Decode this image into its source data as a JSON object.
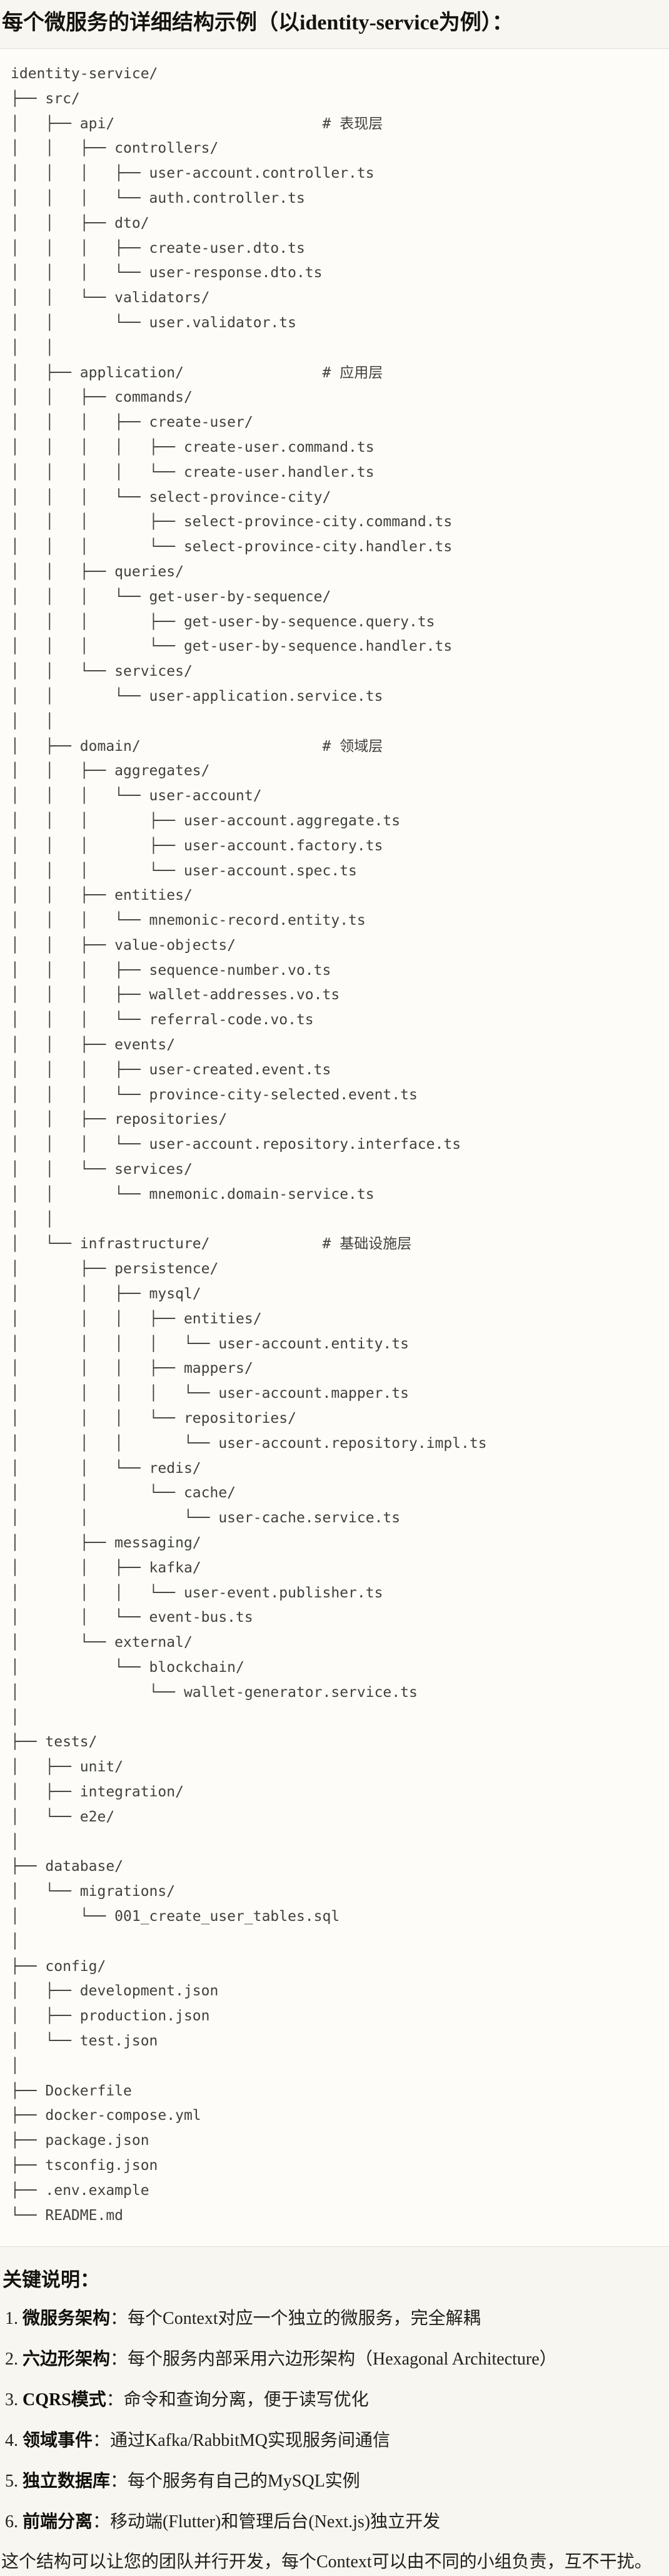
{
  "page": {
    "title": "每个微服务的详细结构示例（以identity-service为例）：",
    "colors": {
      "page_bg": "#f8f6f0",
      "code_bg": "#fdfcf9",
      "border": "#e0ded8",
      "tree_text": "#40403c",
      "heading_text": "#14130e"
    }
  },
  "code_block": {
    "lines": [
      "identity-service/",
      "├── src/",
      "│   ├── api/                        # 表现层",
      "│   │   ├── controllers/",
      "│   │   │   ├── user-account.controller.ts",
      "│   │   │   └── auth.controller.ts",
      "│   │   ├── dto/",
      "│   │   │   ├── create-user.dto.ts",
      "│   │   │   └── user-response.dto.ts",
      "│   │   └── validators/",
      "│   │       └── user.validator.ts",
      "│   │",
      "│   ├── application/                # 应用层",
      "│   │   ├── commands/",
      "│   │   │   ├── create-user/",
      "│   │   │   │   ├── create-user.command.ts",
      "│   │   │   │   └── create-user.handler.ts",
      "│   │   │   └── select-province-city/",
      "│   │   │       ├── select-province-city.command.ts",
      "│   │   │       └── select-province-city.handler.ts",
      "│   │   ├── queries/",
      "│   │   │   └── get-user-by-sequence/",
      "│   │   │       ├── get-user-by-sequence.query.ts",
      "│   │   │       └── get-user-by-sequence.handler.ts",
      "│   │   └── services/",
      "│   │       └── user-application.service.ts",
      "│   │",
      "│   ├── domain/                     # 领域层",
      "│   │   ├── aggregates/",
      "│   │   │   └── user-account/",
      "│   │   │       ├── user-account.aggregate.ts",
      "│   │   │       ├── user-account.factory.ts",
      "│   │   │       └── user-account.spec.ts",
      "│   │   ├── entities/",
      "│   │   │   └── mnemonic-record.entity.ts",
      "│   │   ├── value-objects/",
      "│   │   │   ├── sequence-number.vo.ts",
      "│   │   │   ├── wallet-addresses.vo.ts",
      "│   │   │   └── referral-code.vo.ts",
      "│   │   ├── events/",
      "│   │   │   ├── user-created.event.ts",
      "│   │   │   └── province-city-selected.event.ts",
      "│   │   ├── repositories/",
      "│   │   │   └── user-account.repository.interface.ts",
      "│   │   └── services/",
      "│   │       └── mnemonic.domain-service.ts",
      "│   │",
      "│   └── infrastructure/             # 基础设施层",
      "│       ├── persistence/",
      "│       │   ├── mysql/",
      "│       │   │   ├── entities/",
      "│       │   │   │   └── user-account.entity.ts",
      "│       │   │   ├── mappers/",
      "│       │   │   │   └── user-account.mapper.ts",
      "│       │   │   └── repositories/",
      "│       │   │       └── user-account.repository.impl.ts",
      "│       │   └── redis/",
      "│       │       └── cache/",
      "│       │           └── user-cache.service.ts",
      "│       ├── messaging/",
      "│       │   ├── kafka/",
      "│       │   │   └── user-event.publisher.ts",
      "│       │   └── event-bus.ts",
      "│       └── external/",
      "│           └── blockchain/",
      "│               └── wallet-generator.service.ts",
      "│",
      "├── tests/",
      "│   ├── unit/",
      "│   ├── integration/",
      "│   └── e2e/",
      "│",
      "├── database/",
      "│   └── migrations/",
      "│       └── 001_create_user_tables.sql",
      "│",
      "├── config/",
      "│   ├── development.json",
      "│   ├── production.json",
      "│   └── test.json",
      "│",
      "├── Dockerfile",
      "├── docker-compose.yml",
      "├── package.json",
      "├── tsconfig.json",
      "├── .env.example",
      "└── README.md"
    ]
  },
  "notes": {
    "heading": "关键说明：",
    "items": [
      {
        "num": "1.",
        "term": "微服务架构",
        "desc": "：每个Context对应一个独立的微服务，完全解耦"
      },
      {
        "num": "2.",
        "term": "六边形架构",
        "desc": "：每个服务内部采用六边形架构（Hexagonal Architecture）"
      },
      {
        "num": "3.",
        "term": "CQRS模式",
        "desc": "：命令和查询分离，便于读写优化"
      },
      {
        "num": "4.",
        "term": "领域事件",
        "desc": "：通过Kafka/RabbitMQ实现服务间通信"
      },
      {
        "num": "5.",
        "term": "独立数据库",
        "desc": "：每个服务有自己的MySQL实例"
      },
      {
        "num": "6.",
        "term": "前端分离",
        "desc": "：移动端(Flutter)和管理后台(Next.js)独立开发"
      }
    ],
    "closing": "这个结构可以让您的团队并行开发，每个Context可以由不同的小组负责，互不干扰。"
  }
}
